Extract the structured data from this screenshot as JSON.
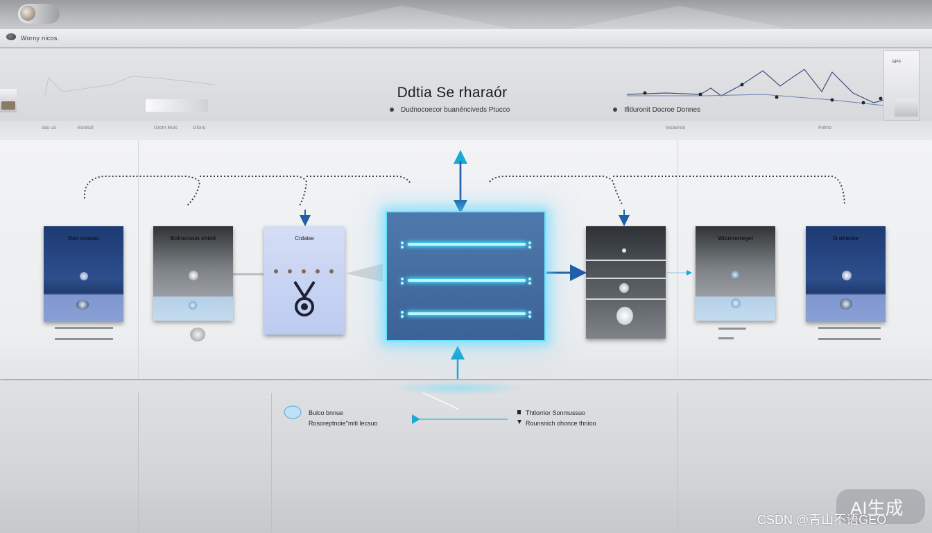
{
  "window": {
    "title": "Worny nicos."
  },
  "header": {
    "title": "Ddtia Se rharaór",
    "subtitle_left": "Dudnocoecor buanénciveds Ptucco",
    "subtitle_right": "Ifitluronit Docroe Donnes",
    "badge": "SPF",
    "labels": [
      "Iaiu uo",
      "Ecnisol",
      "Grom leuis",
      "Glonu",
      "Iosaviroo",
      "Folmo"
    ]
  },
  "cards": [
    {
      "title": "Oon nrusuo"
    },
    {
      "title": "Bnlnoouun shistt"
    },
    {
      "title": "Crdaise"
    },
    {
      "title": ""
    },
    {
      "title": ""
    },
    {
      "title": "Wiumnoreget"
    },
    {
      "title": "O ohiolse"
    }
  ],
  "legend": {
    "left_line1": "Bulco bnnue",
    "left_line2": "Rosoreptnoie''miti lecsuo",
    "right_line1": "Thtlorrior Sonmussuo",
    "right_line2": "Rounsnich ohonce thnioo"
  },
  "watermark": {
    "badge_text": "AI生成",
    "credit": "CSDN @青山不语GEO"
  },
  "colors": {
    "glow": "#43dcff",
    "arrow_blue": "#1f5fa8",
    "arrow_cyan": "#1ba7d8",
    "dotted": "#3c3f44"
  }
}
